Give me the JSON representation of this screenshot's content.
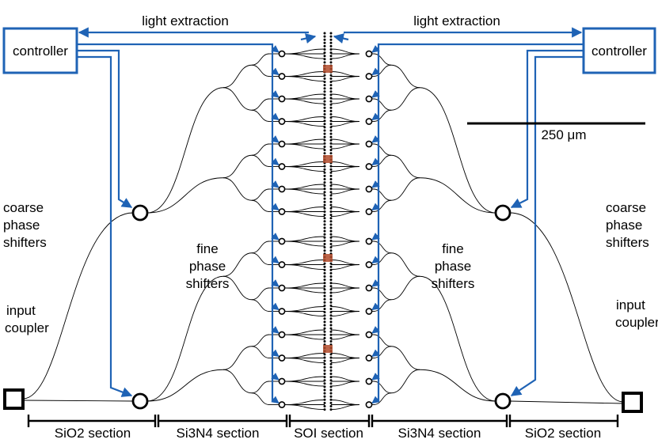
{
  "labels": {
    "light_extraction_left": "light extraction",
    "light_extraction_right": "light extraction",
    "controller_left": "controller",
    "controller_right": "controller",
    "scale_bar": "250 μm",
    "coarse_left": [
      "coarse",
      "phase",
      "shifters"
    ],
    "coarse_right": [
      "coarse",
      "phase",
      "shifters"
    ],
    "fine_left": [
      "fine",
      "phase",
      "shifters"
    ],
    "fine_right": [
      "fine",
      "phase",
      "shifters"
    ],
    "input_left": [
      "input",
      "coupler"
    ],
    "input_right": [
      "input",
      "coupler"
    ]
  },
  "sections": [
    "SiO2 section",
    "Si3N4 section",
    "SOI section",
    "Si3N4 section",
    "SiO2 section"
  ],
  "colors": {
    "control_lines": "#1f63b5",
    "annotation_lines": "#c0392b",
    "phase_shifter_marks": "#b04a2a",
    "waveguides": "#000000"
  }
}
